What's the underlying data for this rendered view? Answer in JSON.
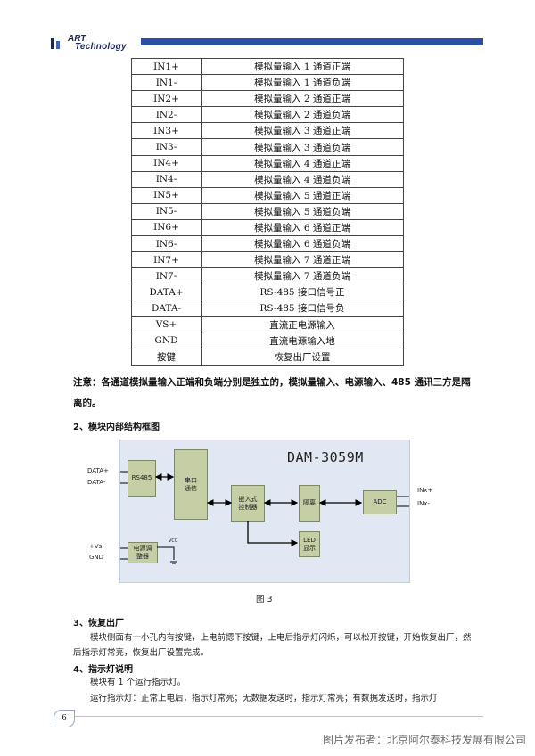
{
  "header": {
    "logo_line1": "ART",
    "logo_line2": "Technology"
  },
  "pin_table": [
    [
      "IN1+",
      "模拟量输入 1 通道正端"
    ],
    [
      "IN1-",
      "模拟量输入 1 通道负端"
    ],
    [
      "IN2+",
      "模拟量输入 2 通道正端"
    ],
    [
      "IN2-",
      "模拟量输入 2 通道负端"
    ],
    [
      "IN3+",
      "模拟量输入 3 通道正端"
    ],
    [
      "IN3-",
      "模拟量输入 3 通道负端"
    ],
    [
      "IN4+",
      "模拟量输入 4 通道正端"
    ],
    [
      "IN4-",
      "模拟量输入 4 通道负端"
    ],
    [
      "IN5+",
      "模拟量输入 5 通道正端"
    ],
    [
      "IN5-",
      "模拟量输入 5 通道负端"
    ],
    [
      "IN6+",
      "模拟量输入 6 通道正端"
    ],
    [
      "IN6-",
      "模拟量输入 6 通道负端"
    ],
    [
      "IN7+",
      "模拟量输入 7 通道正端"
    ],
    [
      "IN7-",
      "模拟量输入 7 通道负端"
    ],
    [
      "DATA+",
      "RS-485 接口信号正"
    ],
    [
      "DATA-",
      "RS-485 接口信号负"
    ],
    [
      "VS+",
      "直流正电源输入"
    ],
    [
      "GND",
      "直流电源输入地"
    ],
    [
      "按键",
      "恢复出厂设置"
    ]
  ],
  "note": "注意：各通道模拟量输入正端和负端分别是独立的，模拟量输入、电源输入、485 通讯三方是隔离的。",
  "section2_title": "2、模块内部结构框图",
  "diagram": {
    "title": "DAM-3059M",
    "blocks": {
      "rs485": "RS485",
      "serial": "串口\n通信",
      "mcu": "嵌入式\n控制器",
      "isolation": "隔离",
      "adc": "ADC",
      "led": "LED\n显示",
      "power": "电源调\n整器"
    },
    "signals": {
      "data_plus": "DATA+",
      "data_minus": "DATA-",
      "vs": "+Vs",
      "gnd": "GND",
      "vcc": "VCC",
      "inx_plus": "INx+",
      "inx_minus": "INx-"
    }
  },
  "figure_caption": "图 3",
  "section3_title": "3、恢复出厂",
  "section3_text": "模块侧面有一小孔内有按键，上电前摁下按键，上电后指示灯闪烁，可以松开按键，开始恢复出厂，然后指示灯常亮，恢复出厂设置完成。",
  "section4_title": "4、指示灯说明",
  "section4_line1": "模块有 1 个运行指示灯。",
  "section4_line2": "运行指示灯：正常上电后，指示灯常亮；无数据发送时，指示灯常亮；有数据发送时，指示灯",
  "page_number": "6",
  "watermark": "图片发布者：北京阿尔泰科技发展有限公司"
}
